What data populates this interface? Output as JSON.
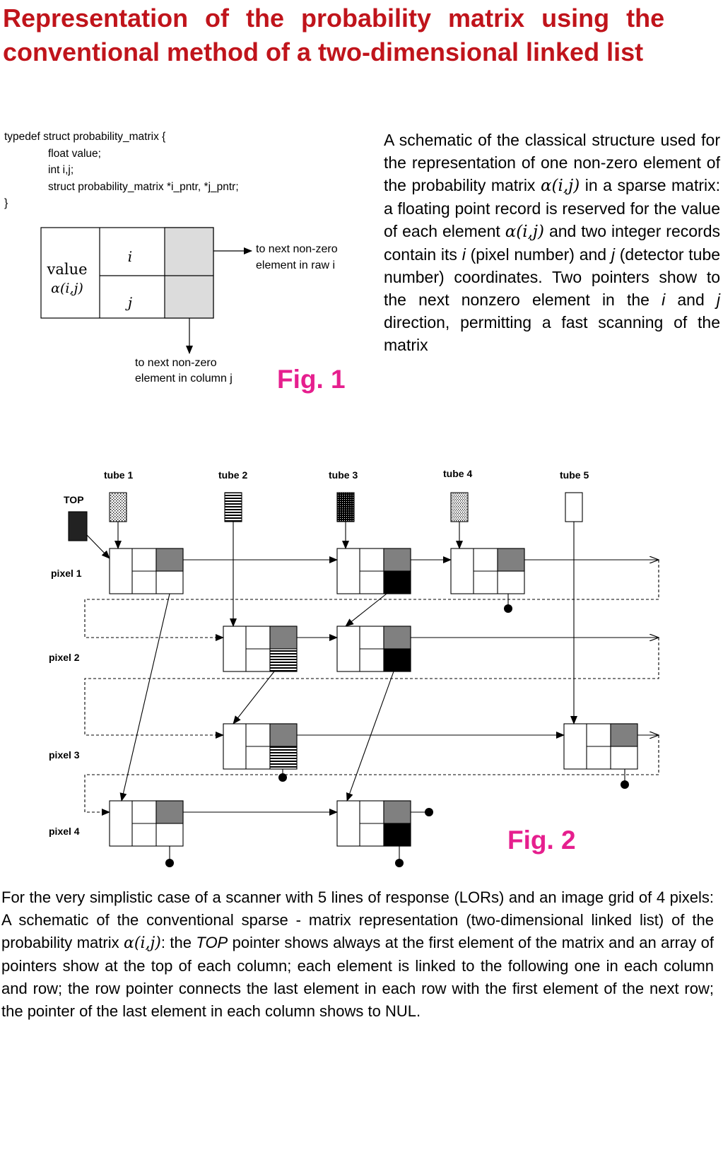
{
  "title": {
    "line1": "Representation of the probability matrix using the",
    "line2": "conventional method of a two-dimensional linked list"
  },
  "code": {
    "lines": [
      "typedef struct probability_matrix {",
      "float value;",
      "int i,j;",
      "struct probability_matrix *i_pntr, *j_pntr;",
      "}"
    ]
  },
  "fig1": {
    "label": "Fig. 1",
    "value_label": "value",
    "alpha_label": "α(i,j)",
    "i_label": "i",
    "j_label": "j",
    "arrow_right_line1": "to next non-zero",
    "arrow_right_line2": "element in raw i",
    "arrow_down_line1": "to next non-zero",
    "arrow_down_line2": "element in column j"
  },
  "description": {
    "p1": "A schematic of the classical structure used for the representation of one non-zero element of the probability matrix",
    "alpha": "α(i,j)",
    "p2": "in a sparse matrix: a floating point record is reserved for the value of each element",
    "p3": "and two integer records contain its",
    "i": "i",
    "p4": "(pixel number) and",
    "j": "j",
    "p5": "(detector tube number) coordinates. Two pointers show to the next nonzero element in the",
    "p6": "and",
    "p7": "direction, permitting a fast scanning of the matrix"
  },
  "fig2": {
    "label": "Fig. 2",
    "top_label": "TOP",
    "tubes": [
      "tube 1",
      "tube 2",
      "tube 3",
      "tube 4",
      "tube 5"
    ],
    "pixels": [
      "pixel 1",
      "pixel 2",
      "pixel 3",
      "pixel 4"
    ]
  },
  "caption": {
    "p1": "For the very simplistic case of a scanner with 5 lines of response (LORs) and an image grid of 4 pixels: A schematic of the conventional sparse - matrix representation (two-dimensional linked list) of the probability matrix",
    "alpha": "α(i,j)",
    "p2": ": the",
    "top": "TOP",
    "p3": "pointer shows always at the first element of the matrix and an array of pointers show at the top of each column; each element is linked to the following one in each column and row; the row pointer connects the last element in each row with the first element of the next row; the pointer of the last element in each column shows to NUL."
  },
  "colors": {
    "title": "#c0141b",
    "fig_label": "#e61f8e",
    "gray_cell": "#dcdcdc",
    "dark_cell": "#808080"
  }
}
